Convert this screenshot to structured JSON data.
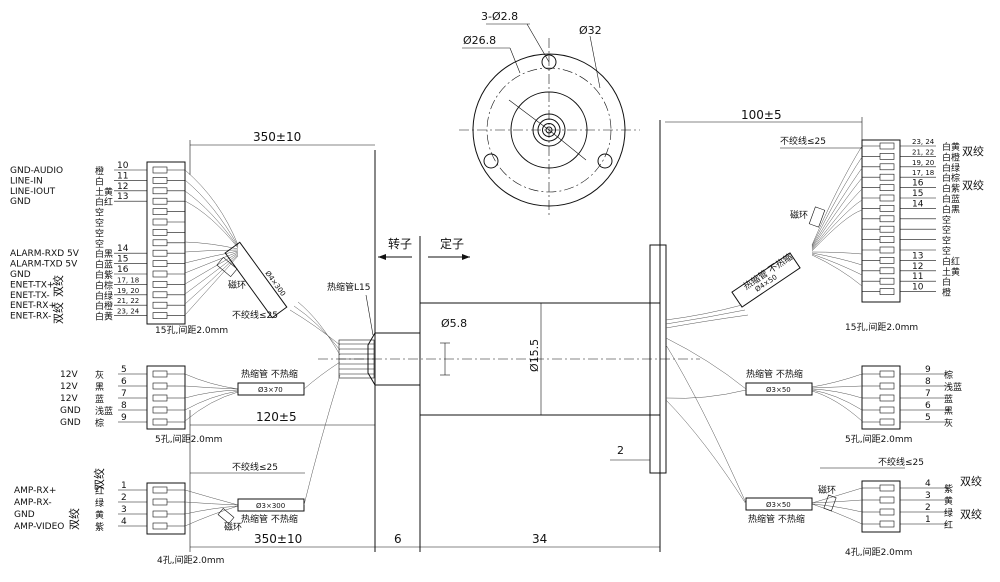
{
  "top_view": {
    "holes": "3-Ø2.8",
    "pcd": "Ø26.8",
    "od": "Ø32"
  },
  "labels": {
    "rotor": "转子",
    "stator": "定子",
    "shrink_l15": "热缩管L15",
    "bore": "Ø5.8",
    "body_dia": "Ø15.5"
  },
  "dims": {
    "left_len": "350±10",
    "right_len": "100±5",
    "mid_len": "120±5",
    "bottom_left": "350±10",
    "bottom_6": "6",
    "bottom_34": "34",
    "flange": "2"
  },
  "left_top": {
    "pins": [
      {
        "sig": "GND-AUDIO",
        "no": "10",
        "col": "橙"
      },
      {
        "sig": "LINE-IN",
        "no": "11",
        "col": "白"
      },
      {
        "sig": "LINE-IOUT",
        "no": "12",
        "col": "土黄"
      },
      {
        "sig": "GND",
        "no": "13",
        "col": "白红"
      },
      {
        "sig": "",
        "no": "",
        "col": "空"
      },
      {
        "sig": "",
        "no": "",
        "col": "空"
      },
      {
        "sig": "",
        "no": "",
        "col": "空"
      },
      {
        "sig": "",
        "no": "",
        "col": "空"
      },
      {
        "sig": "ALARM-RXD  5V",
        "no": "14",
        "col": "白黑"
      },
      {
        "sig": "ALARM-TXD  5V",
        "no": "15",
        "col": "白蓝"
      },
      {
        "sig": "GND",
        "no": "16",
        "col": "白紫"
      },
      {
        "sig": "ENET-TX+",
        "no": "17, 18",
        "col": "白棕"
      },
      {
        "sig": "ENET-TX-",
        "no": "19, 20",
        "col": "白绿"
      },
      {
        "sig": "ENET-RX+",
        "no": "21, 22",
        "col": "白橙"
      },
      {
        "sig": "ENET-RX-",
        "no": "23, 24",
        "col": "白黄"
      }
    ],
    "twist_a": "双绞",
    "twist_b": "双绞",
    "cable": "Ø4×300",
    "ring": "磁环",
    "untwist": "不绞线≤25",
    "conn": "15孔,间距2.0mm"
  },
  "left_mid": {
    "pins": [
      {
        "sig": "12V",
        "no": "5",
        "col": "灰"
      },
      {
        "sig": "12V",
        "no": "6",
        "col": "黑"
      },
      {
        "sig": "12V",
        "no": "7",
        "col": "蓝"
      },
      {
        "sig": "GND",
        "no": "8",
        "col": "浅蓝"
      },
      {
        "sig": "GND",
        "no": "9",
        "col": "棕"
      }
    ],
    "tube": "热缩管  不热缩",
    "cable": "Ø3×70",
    "conn": "5孔,间距2.0mm"
  },
  "left_bot": {
    "pins": [
      {
        "sig": "AMP-RX+",
        "no": "1",
        "col": "红"
      },
      {
        "sig": "AMP-RX-",
        "no": "2",
        "col": "绿"
      },
      {
        "sig": "GND",
        "no": "3",
        "col": "黄"
      },
      {
        "sig": "AMP-VIDEO",
        "no": "4",
        "col": "紫"
      }
    ],
    "twist_a": "双绞",
    "twist_b": "双绞",
    "cable": "Ø3×300",
    "tube": "热缩管  不热缩",
    "ring": "磁环",
    "untwist": "不绞线≤25",
    "conn": "4孔,间距2.0mm"
  },
  "right_top": {
    "pins": [
      {
        "no": "23, 24",
        "col": "白黄"
      },
      {
        "no": "21, 22",
        "col": "白橙"
      },
      {
        "no": "19, 20",
        "col": "白绿"
      },
      {
        "no": "17, 18",
        "col": "白棕"
      },
      {
        "no": "16",
        "col": "白紫"
      },
      {
        "no": "15",
        "col": "白蓝"
      },
      {
        "no": "14",
        "col": "白黑"
      },
      {
        "no": "",
        "col": "空"
      },
      {
        "no": "",
        "col": "空"
      },
      {
        "no": "",
        "col": "空"
      },
      {
        "no": "",
        "col": "空"
      },
      {
        "no": "13",
        "col": "白红"
      },
      {
        "no": "12",
        "col": "土黄"
      },
      {
        "no": "11",
        "col": "白"
      },
      {
        "no": "10",
        "col": "橙"
      }
    ],
    "twist_a": "双绞",
    "twist_b": "双绞",
    "cable": "Ø4×50",
    "tube": "热缩管  不热缩",
    "ring": "磁环",
    "untwist": "不绞线≤25",
    "conn": "15孔,间距2.0mm"
  },
  "right_mid": {
    "pins": [
      {
        "no": "9",
        "col": "棕"
      },
      {
        "no": "8",
        "col": "浅蓝"
      },
      {
        "no": "7",
        "col": "蓝"
      },
      {
        "no": "6",
        "col": "黑"
      },
      {
        "no": "5",
        "col": "灰"
      }
    ],
    "tube": "热缩管  不热缩",
    "cable": "Ø3×50",
    "conn": "5孔,间距2.0mm"
  },
  "right_bot": {
    "pins": [
      {
        "no": "4",
        "col": "紫"
      },
      {
        "no": "3",
        "col": "黄"
      },
      {
        "no": "2",
        "col": "绿"
      },
      {
        "no": "1",
        "col": "红"
      }
    ],
    "twist_a": "双绞",
    "twist_b": "双绞",
    "cable": "Ø3×50",
    "tube": "热缩管  不热缩",
    "ring": "磁环",
    "untwist": "不绞线≤25",
    "conn": "4孔,间距2.0mm"
  }
}
